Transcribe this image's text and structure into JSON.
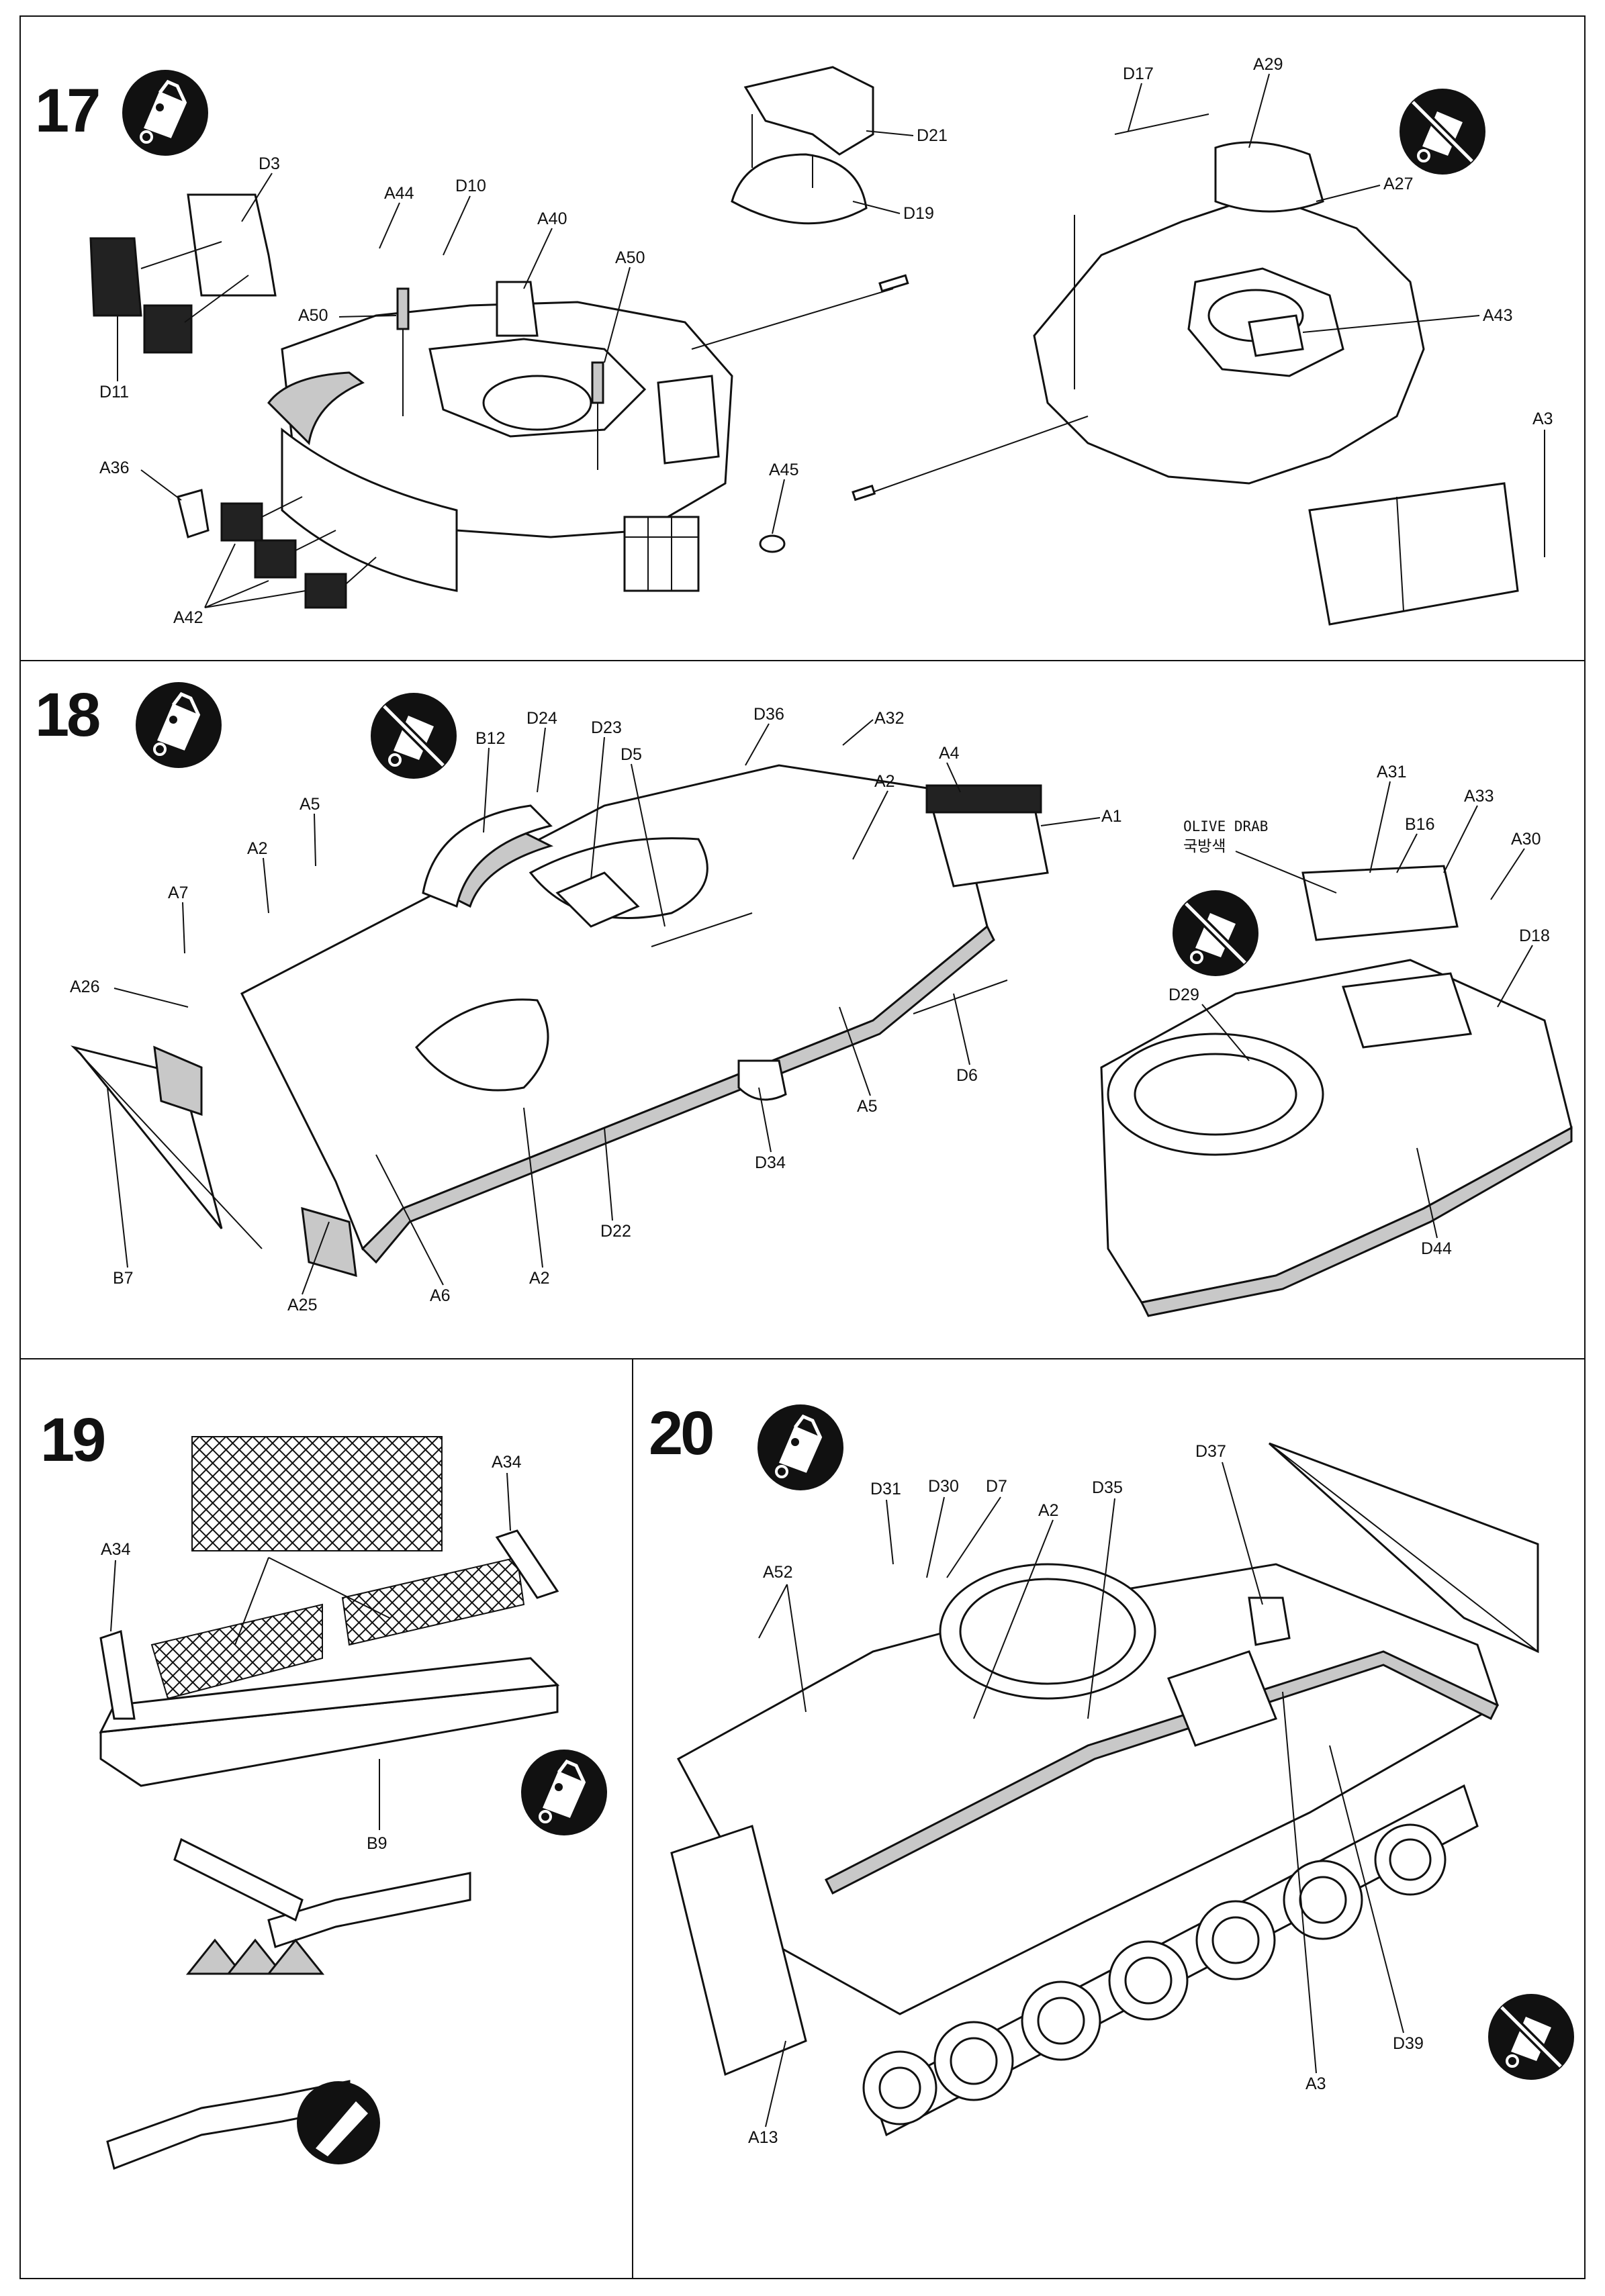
{
  "steps": [
    {
      "number": "17",
      "callouts": [
        "D3",
        "D11",
        "A44",
        "D10",
        "A40",
        "A50",
        "A50",
        "A36",
        "A42",
        "A45",
        "D21",
        "D19",
        "D17",
        "A29",
        "A27",
        "A43",
        "A3"
      ]
    },
    {
      "number": "18",
      "callouts": [
        "B12",
        "D24",
        "D23",
        "D36",
        "A32",
        "A4",
        "A1",
        "A5",
        "A2",
        "D5",
        "A2",
        "A7",
        "A26",
        "B7",
        "A25",
        "A6",
        "D22",
        "A2",
        "D34",
        "A5",
        "D6",
        "A31",
        "B16",
        "A33",
        "A30",
        "D18",
        "D29",
        "D44"
      ],
      "color_note": "OLIVE DRAB",
      "color_note_korean": "국방색"
    },
    {
      "number": "19",
      "callouts": [
        "A34",
        "A34",
        "B9"
      ]
    },
    {
      "number": "20",
      "callouts": [
        "D31",
        "D30",
        "D7",
        "A2",
        "D35",
        "D37",
        "A52",
        "A13",
        "A3",
        "D39"
      ]
    }
  ],
  "icons": {
    "glue": "glue-tube-icon",
    "no_glue": "no-glue-icon",
    "knife": "hobby-knife-icon"
  }
}
